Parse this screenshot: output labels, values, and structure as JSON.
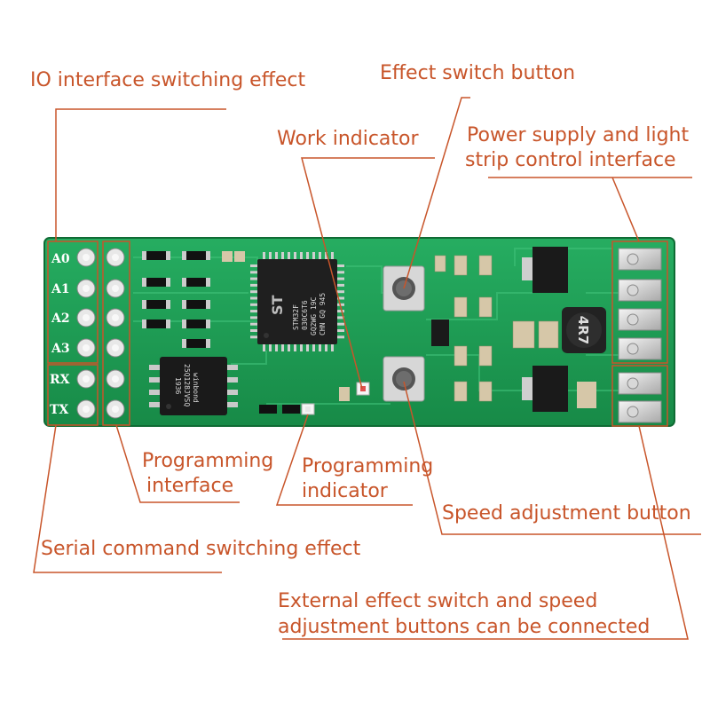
{
  "labels": {
    "io_interface": "IO interface switching effect",
    "effect_switch": "Effect switch button",
    "work_indicator": "Work indicator",
    "power_supply_1": "Power supply and light",
    "power_supply_2": "strip control interface",
    "programming_interface_1": "Programming",
    "programming_interface_2": "interface",
    "programming_indicator_1": "Programming",
    "programming_indicator_2": "indicator",
    "speed_adjust": "Speed adjustment button",
    "serial_command": "Serial command switching effect",
    "external_1": "External effect switch and speed",
    "external_2": "adjustment buttons can be connected"
  },
  "pins": [
    "A0",
    "A1",
    "A2",
    "A3",
    "RX",
    "TX"
  ],
  "chips": {
    "flash_brand": "winbond",
    "flash_code": "25Q128JVSQ",
    "flash_date": "1936",
    "mcu_line1": "STM32F",
    "mcu_line2": "030C6T6",
    "mcu_line3": "GQ2WG 19C",
    "mcu_line4": "CHN GQ 945",
    "inductor": "4R7"
  },
  "colors": {
    "label": "#c8552a",
    "pcb": "#1f9e57",
    "pcb_dark": "#137a40"
  }
}
